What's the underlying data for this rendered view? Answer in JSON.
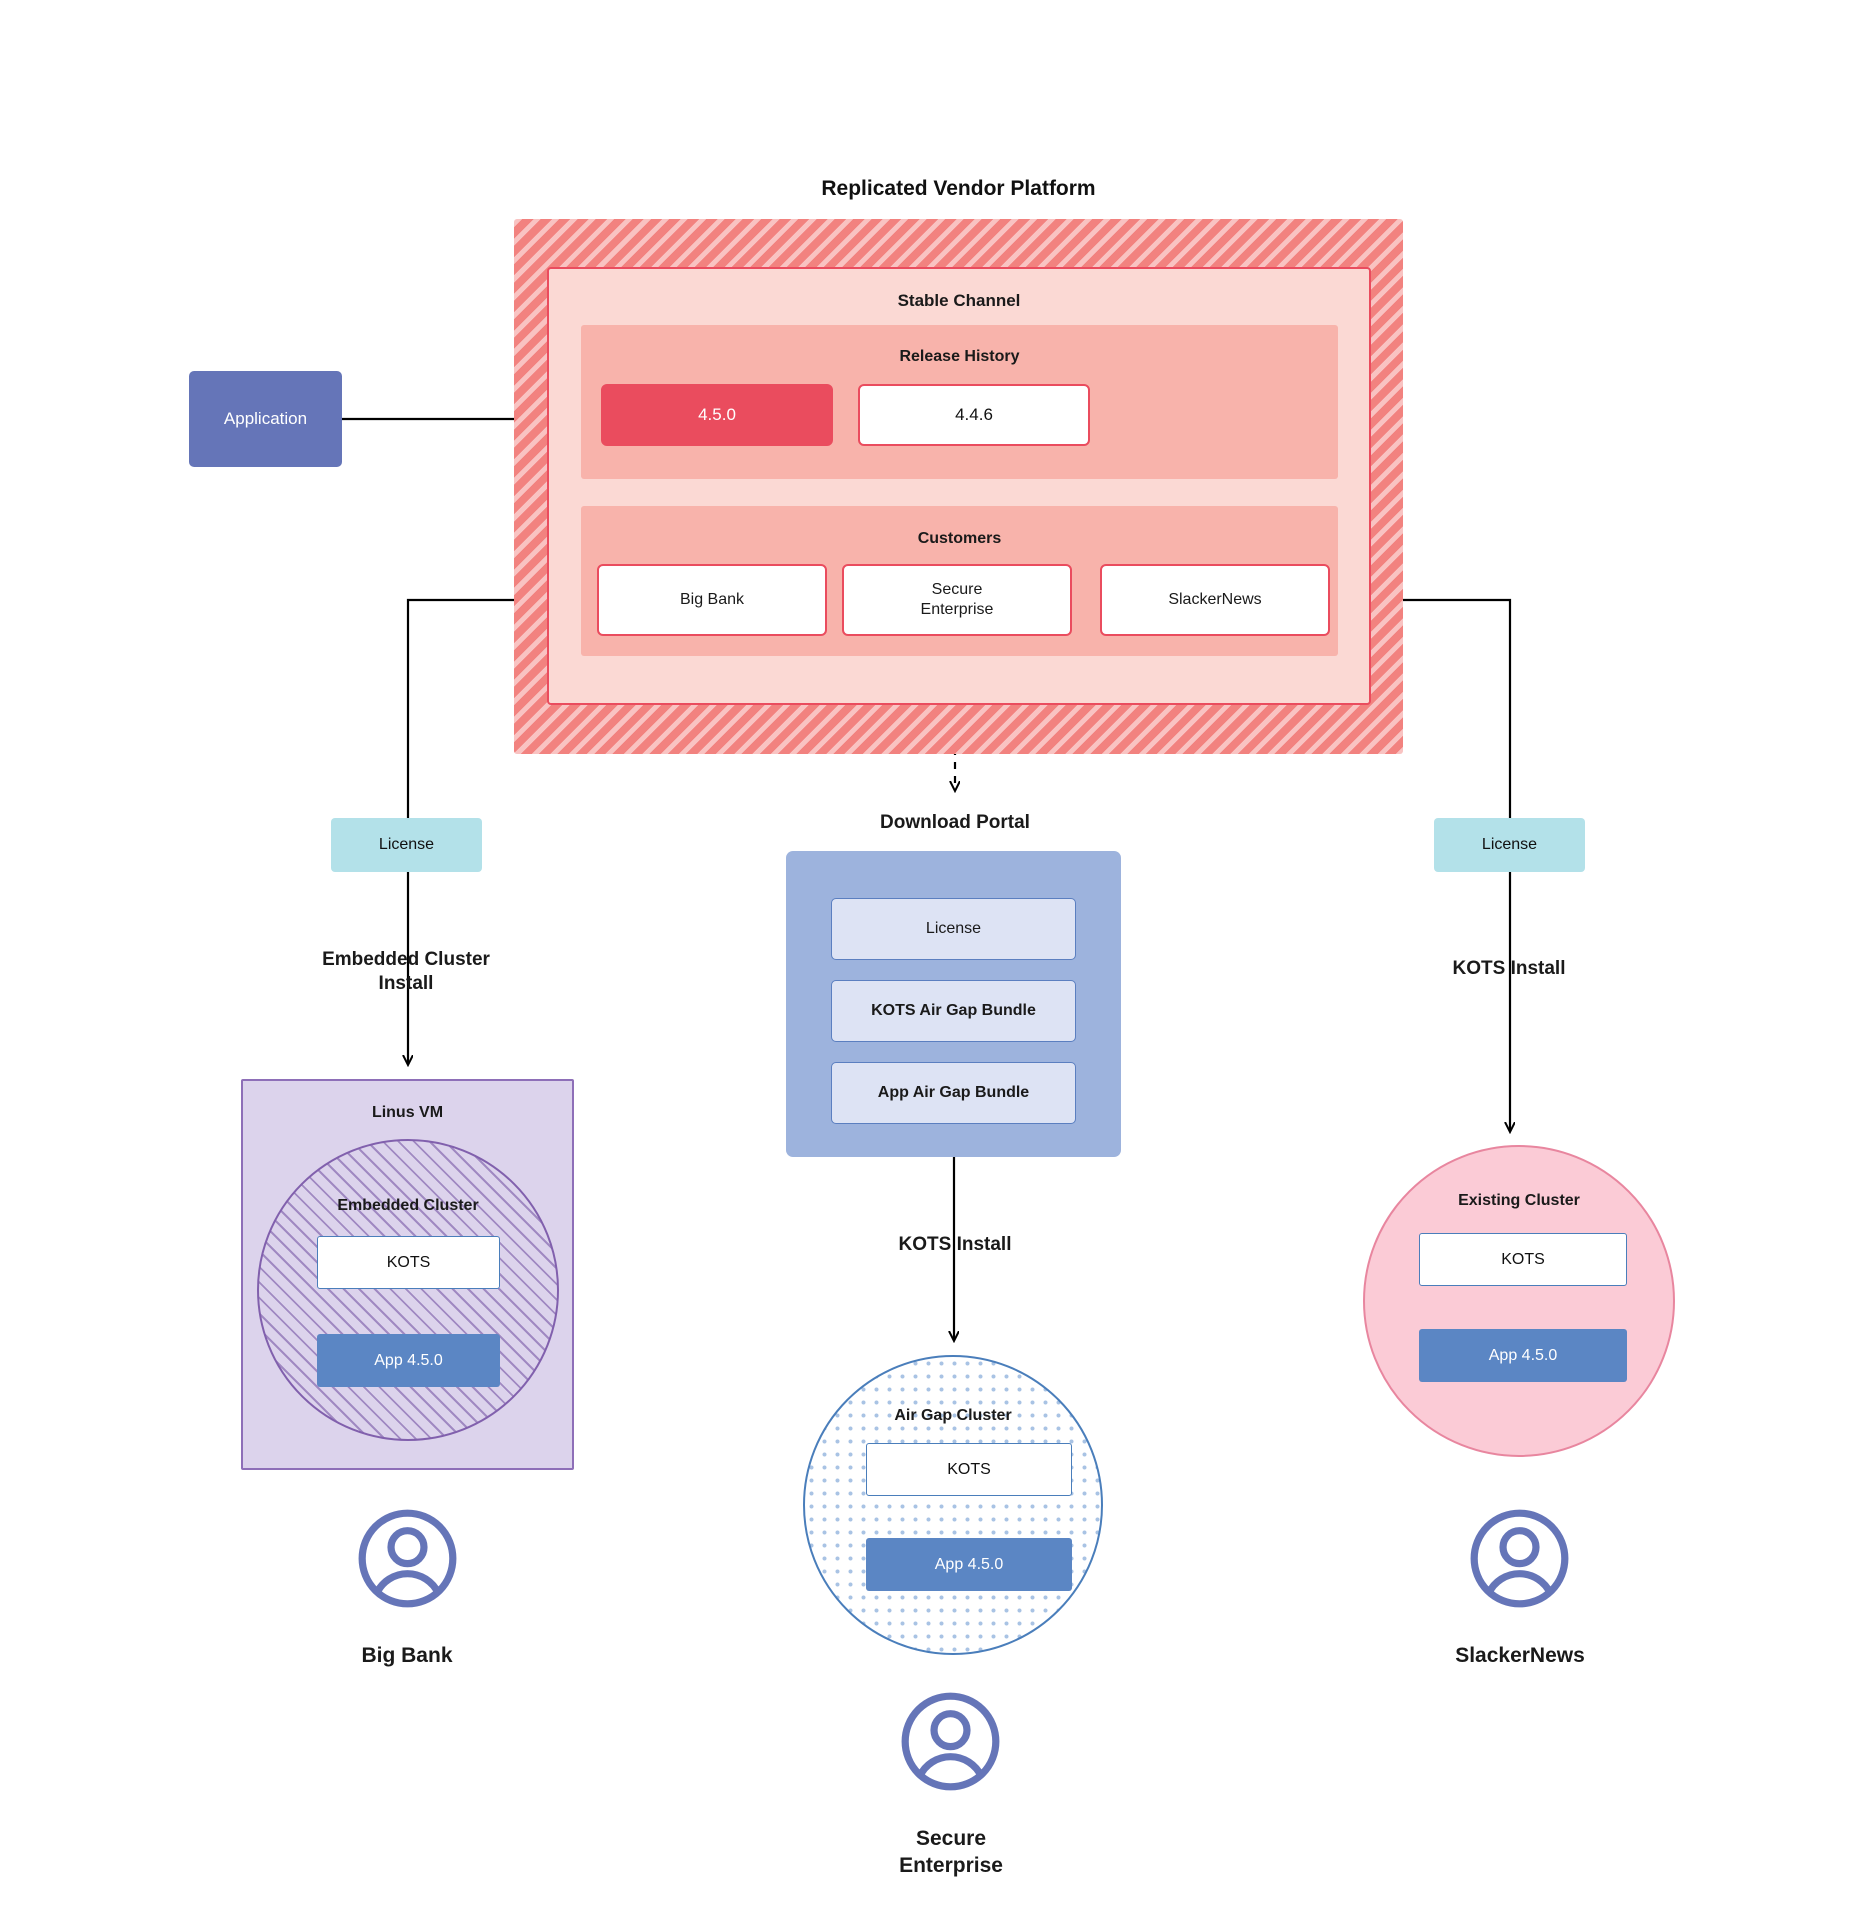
{
  "diagram": {
    "title": "Replicated Vendor Platform",
    "source": {
      "label": "Application"
    },
    "stable_channel": {
      "label": "Stable Channel",
      "release_history": {
        "label": "Release History",
        "releases": [
          {
            "version": "4.5.0",
            "state": "current"
          },
          {
            "version": "4.4.6",
            "state": "past"
          }
        ]
      },
      "customers": {
        "label": "Customers",
        "items": [
          {
            "name": "Big Bank"
          },
          {
            "name": "Secure\nEnterprise"
          },
          {
            "name": "SlackerNews"
          }
        ]
      }
    },
    "licenses": {
      "left_label": "License",
      "right_label": "License"
    },
    "flows": {
      "embedded_cluster_install": "Embedded Cluster\nInstall",
      "kots_install_right": "KOTS Install",
      "kots_install_center": "KOTS Install"
    },
    "download_portal": {
      "title": "Download  Portal",
      "items": [
        {
          "label": "License"
        },
        {
          "label": "KOTS Air Gap Bundle"
        },
        {
          "label": "App Air Gap Bundle"
        }
      ]
    },
    "targets": {
      "linux_vm": {
        "label": "Linus VM",
        "cluster_label": "Embedded Cluster",
        "kots_label": "KOTS",
        "app_label": "App 4.5.0"
      },
      "air_gap": {
        "label": "Air Gap Cluster",
        "kots_label": "KOTS",
        "app_label": "App 4.5.0"
      },
      "existing": {
        "label": "Existing Cluster",
        "kots_label": "KOTS",
        "app_label": "App 4.5.0"
      }
    },
    "end_users": [
      {
        "name": "Big Bank"
      },
      {
        "name": "Secure\nEnterprise"
      },
      {
        "name": "SlackerNews"
      }
    ],
    "colors": {
      "platform_stripe": "#f2827f",
      "channel_bg": "#fbd9d4",
      "channel_border": "#ea4c5e",
      "section_bg": "#f8b3ab",
      "release_current": "#ea4c5e",
      "application": "#6575b8",
      "license": "#b3e1e9",
      "portal": "#9db3dd",
      "portal_item": "#dde3f4",
      "vm_bg": "#dcd3ec",
      "vm_border": "#8e6fb8",
      "airgap_border": "#4a7ebb",
      "existing_bg": "#fbcbd6",
      "existing_border": "#e8869f",
      "app_chip": "#5b86c4",
      "avatar": "#6575b8"
    }
  }
}
